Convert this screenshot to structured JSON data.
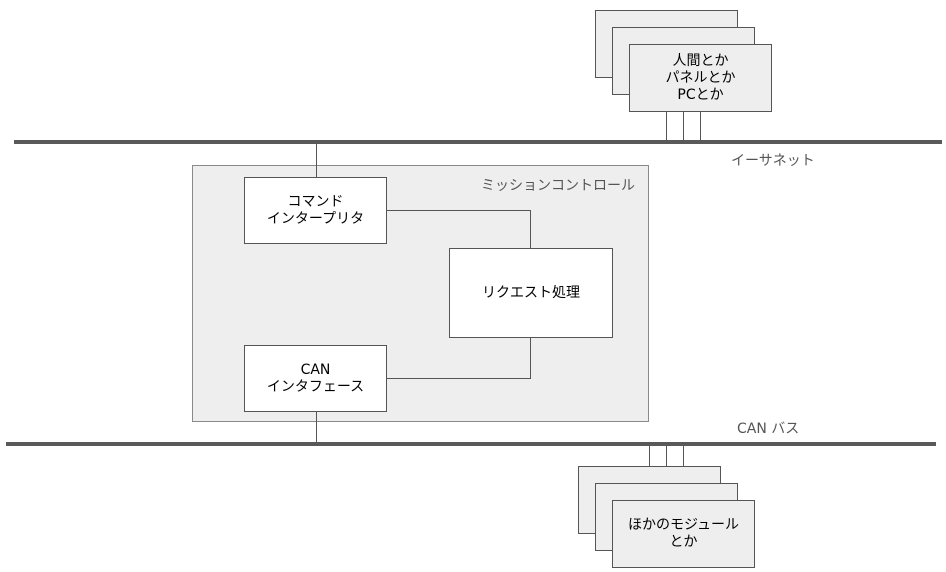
{
  "buses": {
    "ethernet_label": "イーサネット",
    "can_label": "CAN バス"
  },
  "mission_control": {
    "title": "ミッションコントロール",
    "command_interpreter": "コマンド\nインタープリタ",
    "request_processing": "リクエスト処理",
    "can_interface": "CAN\nインタフェース"
  },
  "external": {
    "clients": "人間とか\nパネルとか\nPCとか",
    "modules": "ほかのモジュール\nとか"
  }
}
